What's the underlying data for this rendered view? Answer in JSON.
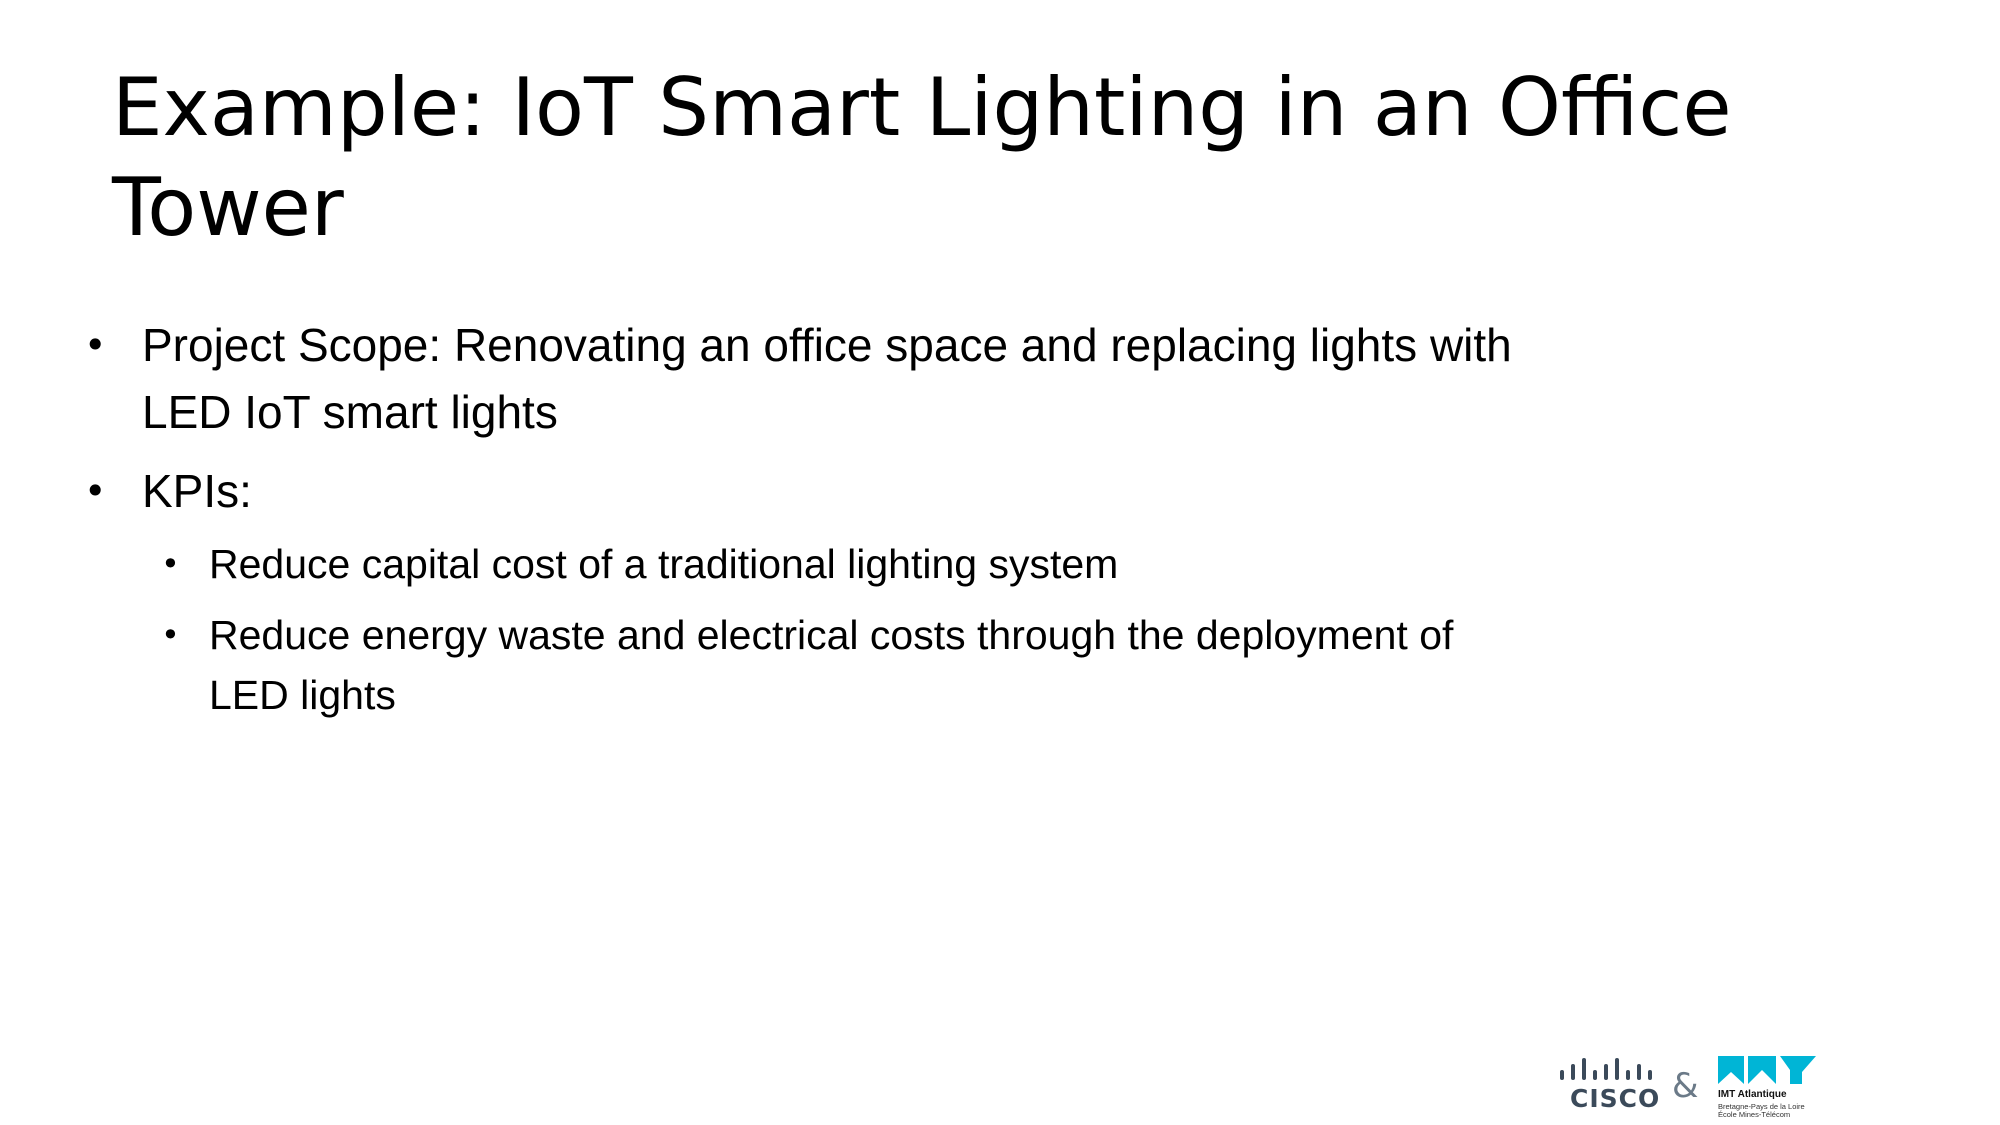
{
  "slide": {
    "title_lines": [
      "Example: IoT Smart Lighting in an Office",
      "Tower"
    ],
    "bullets": [
      {
        "level": 1,
        "lines": [
          "Project Scope: Renovating an office space and replacing lights with",
          "LED IoT smart lights"
        ]
      },
      {
        "level": 1,
        "lines": [
          "KPIs:"
        ]
      },
      {
        "level": 2,
        "lines": [
          "Reduce capital cost of a traditional lighting system"
        ]
      },
      {
        "level": 2,
        "lines": [
          "Reduce energy waste and electrical costs through the deployment of",
          "LED lights"
        ]
      }
    ],
    "bullet_glyph": "•"
  },
  "footer": {
    "cisco_wordmark": "CISCO",
    "ampersand": "&",
    "imt_name": "IMT Atlantique",
    "imt_sub1": "Bretagne-Pays de la Loire",
    "imt_sub2": "École Mines-Télécom",
    "cisco_color": "#3b4a5a",
    "imt_accent_color": "#00b5d6"
  }
}
